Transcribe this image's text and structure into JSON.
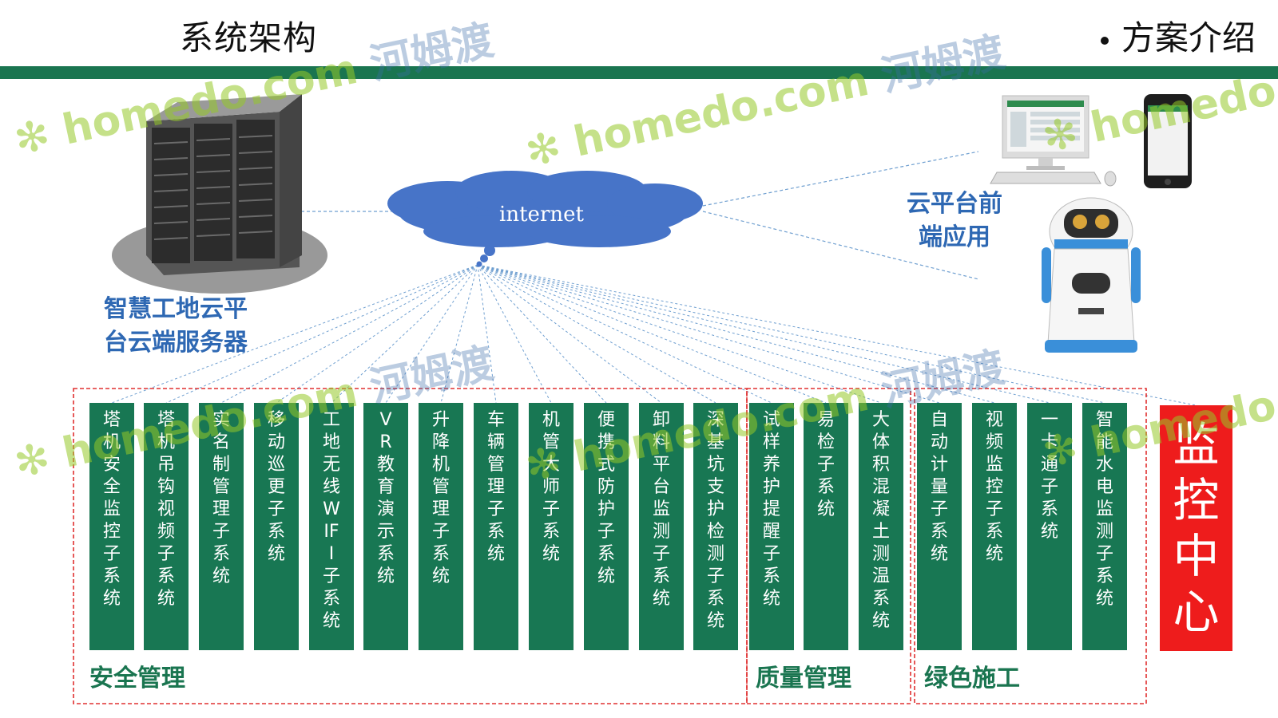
{
  "header": {
    "title": "系统架构",
    "section": "方案介绍"
  },
  "server": {
    "label_line1": "智慧工地云平",
    "label_line2": "台云端服务器"
  },
  "cloud": {
    "label": "internet"
  },
  "frontend": {
    "label_line1": "云平台前",
    "label_line2": "端应用"
  },
  "groups": [
    {
      "label": "安全管理",
      "items": [
        "塔机安全监控子系统",
        "塔机吊钩视频子系统",
        "实名制管理子系统",
        "移动巡更子系统",
        "工地无线WIFI子系统",
        "VR教育演示系统",
        "升降机管理子系统",
        "车辆管理子系统",
        "机管大师子系统",
        "便携式防护子系统",
        "卸料平台监测子系统",
        "深基坑支护检测子系统"
      ]
    },
    {
      "label": "质量管理",
      "items": [
        "试样养护提醒子系统",
        "易检子系统",
        "大体积混凝土测温系统"
      ]
    },
    {
      "label": "绿色施工",
      "items": [
        "自动计量子系统",
        "视频监控子系统",
        "一卡通子系统",
        "智能水电监测子系统"
      ]
    }
  ],
  "monitor_center": "监控中心",
  "watermark": {
    "brand": "homedo.com",
    "cn": "河姆渡"
  },
  "colors": {
    "bar": "#1a7550",
    "column": "#187753",
    "cloud": "#4774c8",
    "dashed": "#e03030",
    "monitor": "#ee1c1c",
    "label_blue": "#2e68b3"
  }
}
